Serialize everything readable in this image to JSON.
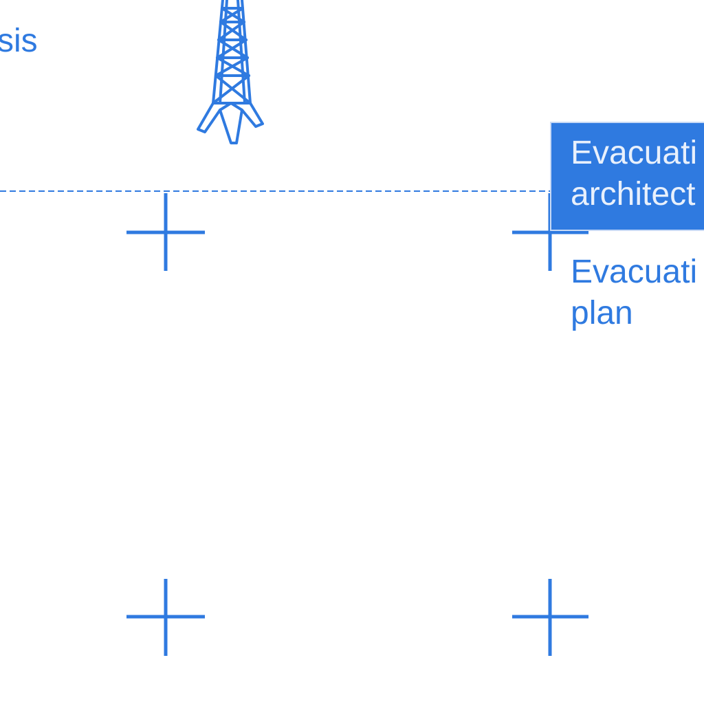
{
  "colors": {
    "accent": "#2f7ae0",
    "box_text": "#e8f0fc",
    "background": "#ffffff"
  },
  "labels": {
    "analysis_fragment": "sis",
    "title_box_text": "Evacuati\narchitect",
    "plan_label": "Evacuati\nplan"
  },
  "icons": {
    "tower": "transmission-tower-icon",
    "markers": "crosshair-marker-icon"
  }
}
